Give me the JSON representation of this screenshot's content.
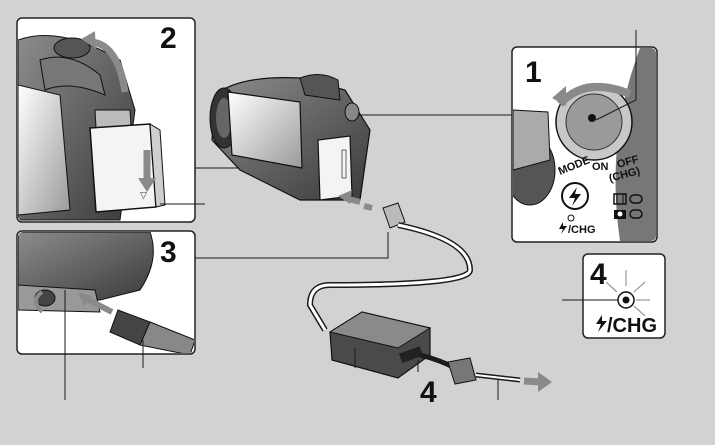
{
  "steps": {
    "s1": "1",
    "s2": "2",
    "s3": "3",
    "s4_inset": "4",
    "s4_bottom": "4"
  },
  "dial": {
    "mode": "MODE",
    "on": "ON",
    "off": "OFF",
    "chg": "(CHG)",
    "lamp": "/CHG"
  },
  "inset_lamp": {
    "label": "/CHG"
  },
  "colors": {
    "background": "#d2d2d2",
    "panel": "#ffffff",
    "line": "#1a1a1a",
    "arrow": "#8a8a8a"
  },
  "icons": [
    "flash-icon",
    "film-icon",
    "camera-icon",
    "plug-arrow-icon",
    "output-arrow-icon"
  ]
}
